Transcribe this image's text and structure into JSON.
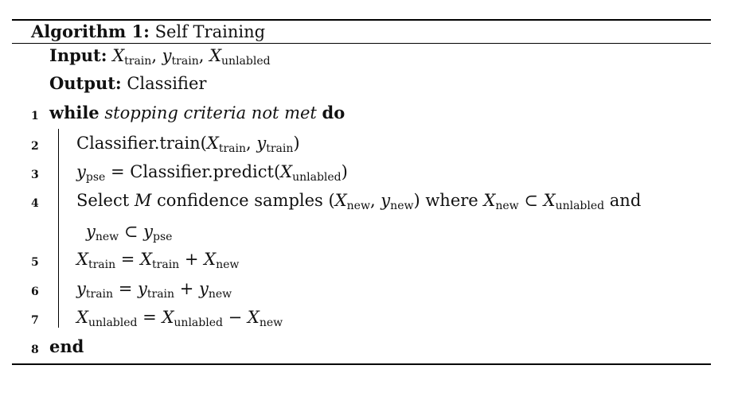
{
  "caption": {
    "label": "Algorithm 1:",
    "title": "Self Training"
  },
  "input": {
    "label": "Input:",
    "v1": "X",
    "s1": "train",
    "sep1": ", ",
    "v2": "y",
    "s2": "train",
    "sep2": ", ",
    "v3": "X",
    "s3": "unlabled"
  },
  "output": {
    "label": "Output:",
    "value": "Classifier"
  },
  "lines": [
    {
      "num": "1",
      "kw": "while",
      "cond": "stopping criteria not met",
      "kw2": "do"
    },
    {
      "num": "2",
      "pre": "Classifier.train(",
      "v1": "X",
      "s1": "train",
      "sep": ", ",
      "v2": "y",
      "s2": "train",
      "post": ")"
    },
    {
      "num": "3",
      "v": "y",
      "s": "pse",
      "eq": " = Classifier.predict(",
      "v2": "X",
      "s2": "unlabled",
      "post": ")"
    },
    {
      "num": "4",
      "t1": "Select ",
      "m": "M",
      "t2": " confidence samples (",
      "v1": "X",
      "s1": "new",
      "sep": ", ",
      "v2": "y",
      "s2": "new",
      "t3": ") where ",
      "v3": "X",
      "s3": "new",
      "sub": " ⊂ ",
      "v4": "X",
      "s4": "unlabled",
      "t4": " and"
    },
    {
      "num": "",
      "v1": "y",
      "s1": "new",
      "sub": " ⊂ ",
      "v2": "y",
      "s2": "pse"
    },
    {
      "num": "5",
      "v1": "X",
      "s1": "train",
      "eq": " = ",
      "v2": "X",
      "s2": "train",
      "op": " + ",
      "v3": "X",
      "s3": "new"
    },
    {
      "num": "6",
      "v1": "y",
      "s1": "train",
      "eq": " = ",
      "v2": "y",
      "s2": "train",
      "op": " + ",
      "v3": "y",
      "s3": "new"
    },
    {
      "num": "7",
      "v1": "X",
      "s1": "unlabled",
      "eq": " = ",
      "v2": "X",
      "s2": "unlabled",
      "op": " − ",
      "v3": "X",
      "s3": "new"
    },
    {
      "num": "8",
      "kw": "end"
    }
  ]
}
